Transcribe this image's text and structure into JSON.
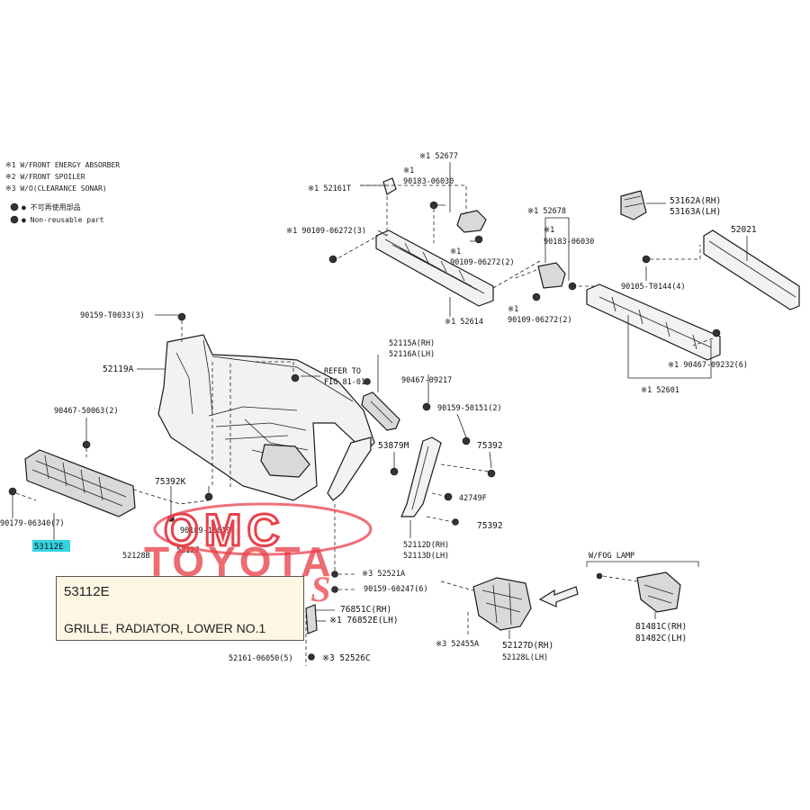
{
  "legend": {
    "lines": [
      "※1 W/FRONT ENERGY ABSORBER",
      "※2 W/FRONT SPOILER",
      "※3 W/O(CLEARANCE SONAR)"
    ],
    "symbols": [
      "● 不可再使用部品",
      "● Non-reusable part"
    ]
  },
  "callouts": {
    "c1": "※1 52677",
    "c2": "※1",
    "c3": "90183-06030",
    "c4": "※1 52161T",
    "c5": "※1 90109-06272(3)",
    "c6": "※1",
    "c7": "90109-06272(2)",
    "c8": "※1 52614",
    "c9": "※1 52678",
    "c10": "※1",
    "c11": "90183-06030",
    "c12": "※1",
    "c13": "90109-06272(2)",
    "c14": "53162A(RH)",
    "c15": "53163A(LH)",
    "c16": "52021",
    "c17": "90105-T0144(4)",
    "c18": "※1 90467-09232(6)",
    "c19": "※1 52601",
    "c20": "90159-T0033(3)",
    "c21": "52119A",
    "c22": "REFER TO",
    "c23": "FIG 81-01",
    "c24": "52115A(RH)",
    "c25": "52116A(LH)",
    "c26": "90467-09217",
    "c27": "90159-50151(2)",
    "c28": "90467-50063(2)",
    "c29": "53879M",
    "c30": "75392",
    "c31": "75392K",
    "c32": "42749F",
    "c33": "75392",
    "c34": "90179-06340(7)",
    "c35": "53112E",
    "c36": "52128B",
    "c37": "52127",
    "c38": "90189-10019",
    "c39": "52112D(RH)",
    "c40": "52113D(LH)",
    "c41": "※3 52521A",
    "c42": "90159-60247(6)",
    "c43": "76851C(RH)",
    "c44": "※1 76852E(LH)",
    "c45": "52161-06050(5)",
    "c46": "※3 52526C",
    "c47": "※3 52455A",
    "c48": "52127D(RH)",
    "c49": "52128L(LH)",
    "c50": "W/FOG LAMP",
    "c51": "81481C(RH)",
    "c52": "81482C(LH)"
  },
  "watermark": {
    "line1": "OMC",
    "line2": "TOYOTA",
    "line3": "PARTS"
  },
  "info_box": {
    "code": "53112E",
    "name": "GRILLE, RADIATOR, LOWER NO.1"
  },
  "colors": {
    "watermark": "#e8414b",
    "highlight": "#33d3e0",
    "info_bg": "#fdf6e3"
  }
}
